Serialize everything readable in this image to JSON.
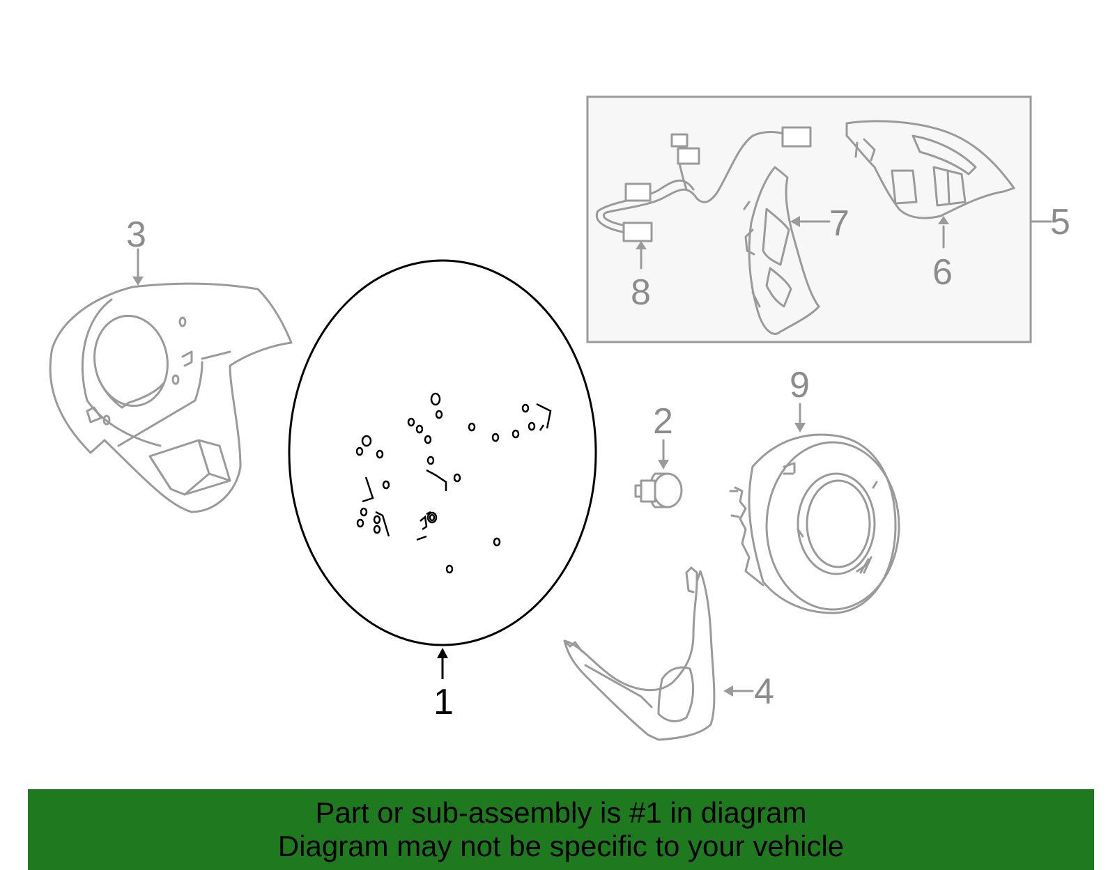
{
  "callouts": {
    "c1": "1",
    "c2": "2",
    "c3": "3",
    "c4": "4",
    "c5": "5",
    "c6": "6",
    "c7": "7",
    "c8": "8",
    "c9": "9"
  },
  "banner": {
    "line1": "Part or sub-assembly is #1 in diagram",
    "line2": "Diagram may not be specific to your vehicle",
    "color": "#1f7a1f"
  }
}
